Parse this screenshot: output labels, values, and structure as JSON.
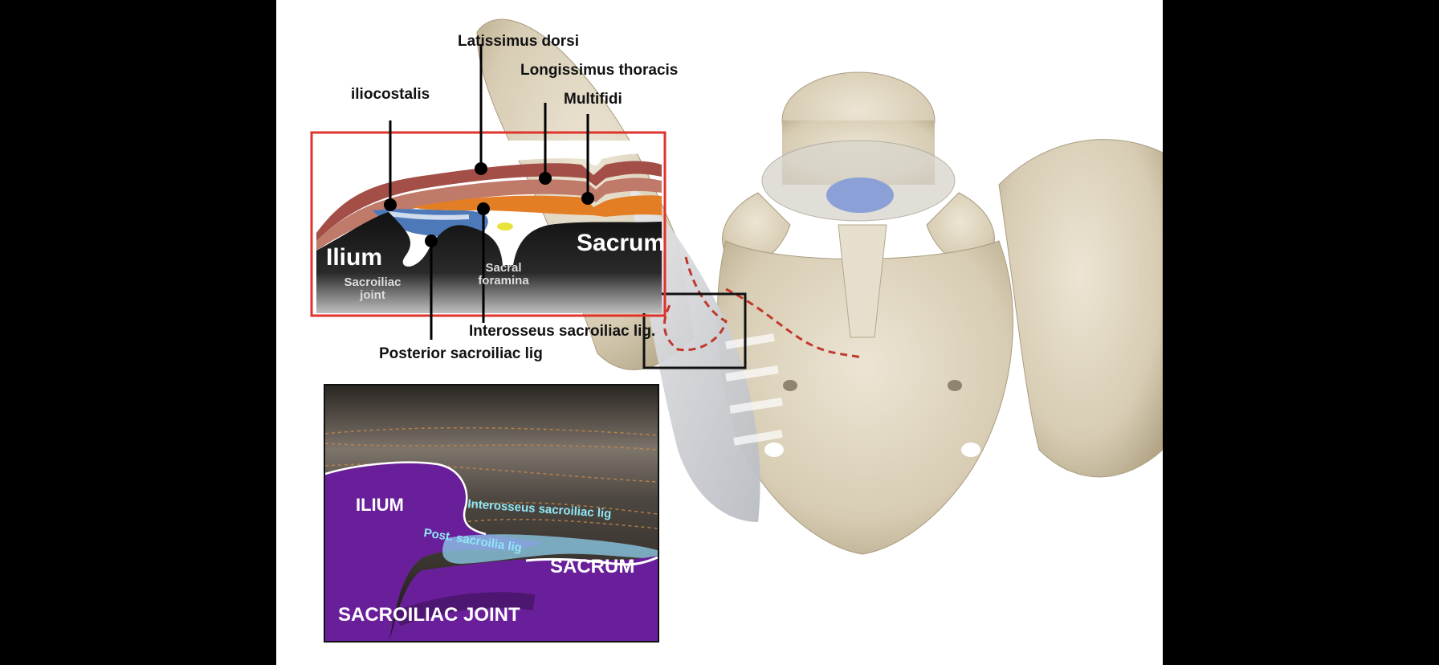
{
  "slide": {
    "background": "#ffffff",
    "frame_color": "#000000"
  },
  "cross_section": {
    "box_color": "#e0332b",
    "labels": {
      "latissimus": "Latissimus dorsi",
      "longissimus": "Longissimus thoracis",
      "iliocostalis": "iliocostalis",
      "multifidi": "Multifidi",
      "interosseus": "Interosseus sacroiliac lig.",
      "posterior": "Posterior sacroiliac lig"
    },
    "regions": {
      "ilium": "Ilium",
      "sacrum": "Sacrum",
      "sacroiliac_joint": "Sacroiliac joint",
      "sacral_foramina": "Sacral foramina"
    }
  },
  "ultrasound": {
    "ilium": "ILIUM",
    "sacrum": "SACRUM",
    "interosseus": "Interosseus sacroiliac lig",
    "post": "Post. sacroilia lig",
    "joint": "SACROILIAC JOINT",
    "colors": {
      "bone": "#6a1f9a",
      "ligament": "#8fd0ee"
    }
  },
  "skeleton": {
    "probe_box_color": "#111111",
    "dashed_line_color": "#c0392b"
  }
}
